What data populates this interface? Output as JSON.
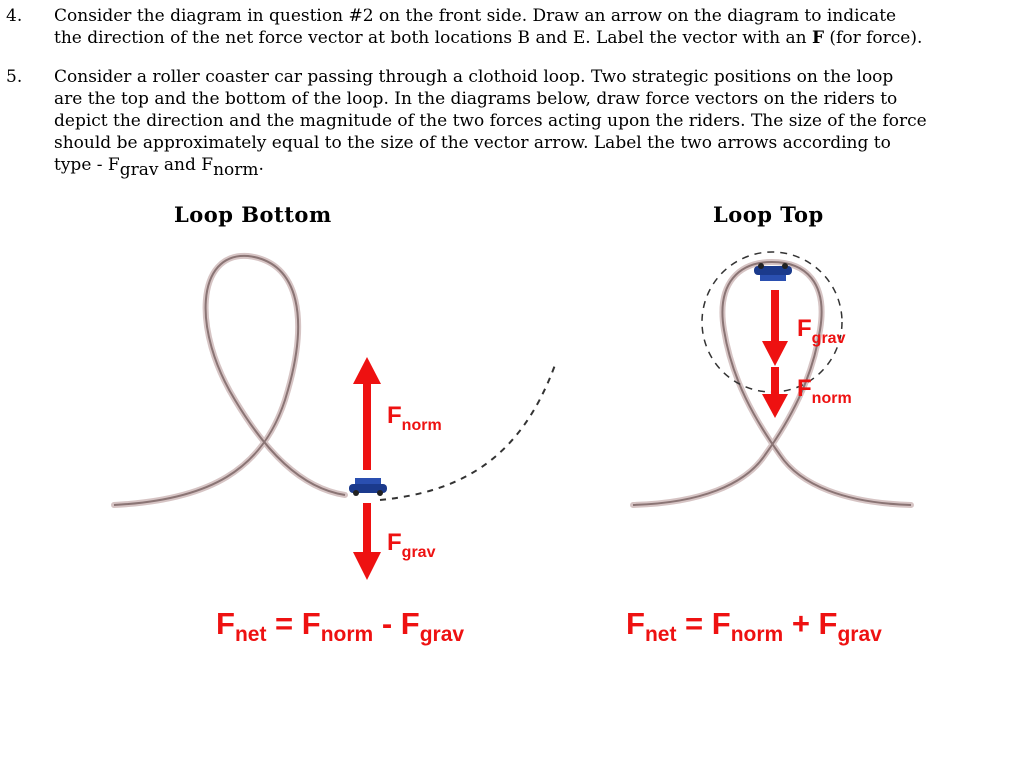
{
  "q4": {
    "number": "4.",
    "line1": "Consider the diagram in question #2 on the front side.  Draw an arrow on the diagram to indicate",
    "line2_a": "the direction of the net force vector at both locations B and E.  Label the vector with an ",
    "line2_bold": "F",
    "line2_b": " (for force)."
  },
  "q5": {
    "number": "5.",
    "line1": "Consider a roller coaster car passing through a clothoid loop.  Two strategic positions on the loop",
    "line2": "are the top and the bottom of the loop.  In the diagrams below, draw force vectors on the riders to",
    "line3": "depict the direction and the magnitude of the two forces acting upon the riders.  The size of the force",
    "line4": "should be approximately equal to the size of the vector arrow.  Label the two arrows according to",
    "line5_pre": "type - F",
    "line5_sub1": "grav",
    "line5_mid": " and F",
    "line5_sub2": "norm",
    "line5_end": "."
  },
  "bottom": {
    "title": "Loop Bottom",
    "norm_F": "F",
    "norm_sub": "norm",
    "grav_F": "F",
    "grav_sub": "grav",
    "eq": {
      "F1": "F",
      "s1": "net",
      "op1": " = F",
      "s2": "norm",
      "op2": " - F",
      "s3": "grav"
    }
  },
  "top": {
    "title": "Loop Top",
    "grav_F": "F",
    "grav_sub": "grav",
    "norm_F": "F",
    "norm_sub": "norm",
    "eq": {
      "F1": "F",
      "s1": "net",
      "op1": " = F",
      "s2": "norm",
      "op2": " + F",
      "s3": "grav"
    }
  },
  "colors": {
    "arrow": "#ee1111",
    "track": "#8a7474",
    "track_light": "#d6c4c4",
    "car": "#1b3a8c"
  }
}
